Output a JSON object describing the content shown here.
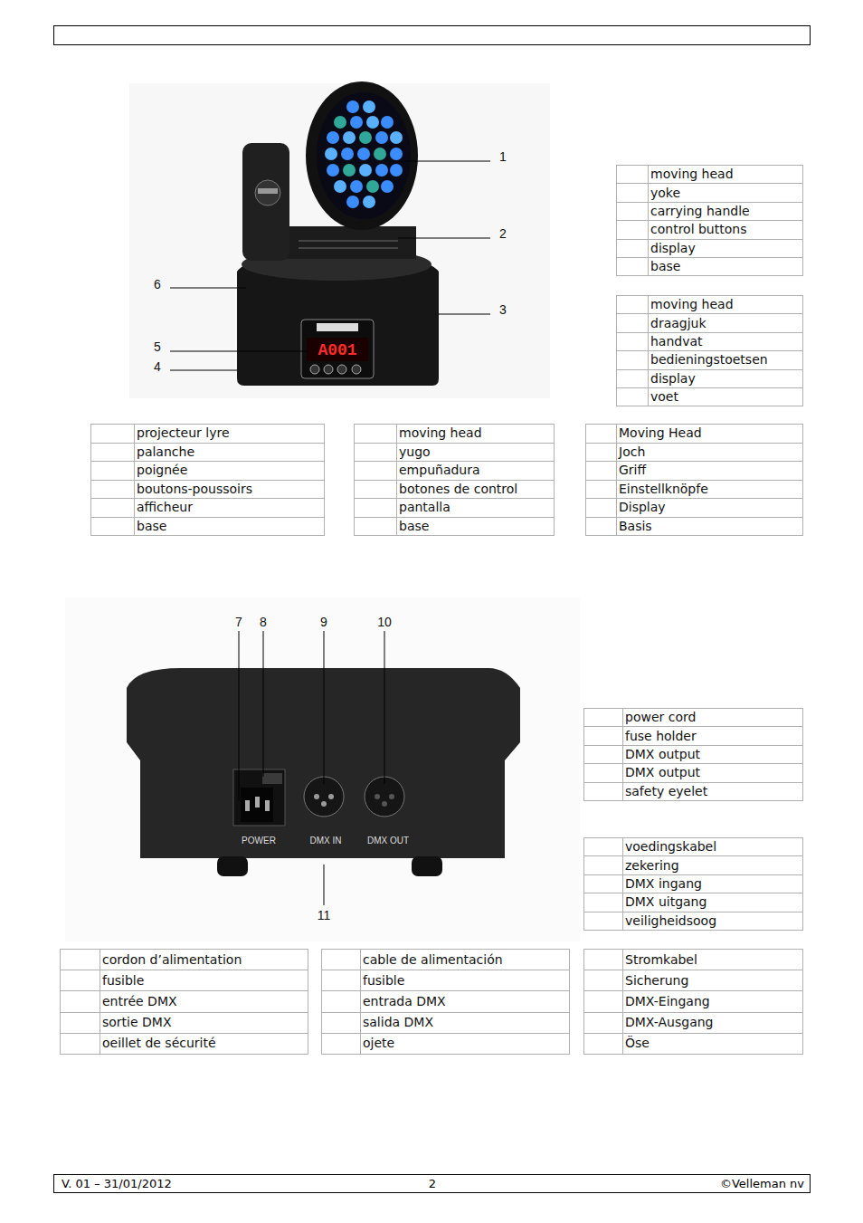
{
  "diagram": {
    "nodes": [
      {
        "text": [
          "V. 01 – 31/01/2012",
          "2",
          "©Velleman nv"
        ]
      }
    ],
    "labels": [
      "1",
      "2",
      "3",
      "4",
      "5",
      "6",
      "7",
      "8",
      "9",
      "10",
      "11",
      "A001",
      "POWER",
      "DMX IN",
      "DMX OUT",
      "moving head",
      "yoke",
      "carrying handle",
      "control buttons",
      "display",
      "base",
      "moving head",
      "draagjuk",
      "handvat",
      "bedieningstoetsen",
      "display",
      "voet",
      "projecteur lyre",
      "palanche",
      "poignée",
      "boutons-poussoirs",
      "afficheur",
      "base",
      "moving head",
      "yugo",
      "empuñadura",
      "botones de control",
      "pantalla",
      "base",
      "Moving Head",
      "Joch",
      "Griff",
      "Einstellknöpfe",
      "Display",
      "Basis",
      "power cord",
      "fuse holder",
      "DMX output",
      "DMX output",
      "safety eyelet",
      "voedingskabel",
      "zekering",
      "DMX ingang",
      "DMX uitgang",
      "veiligheidsoog",
      "cordon d’alimentation",
      "fusible",
      "entrée DMX",
      "sortie DMX",
      "oeillet de sécurité",
      "cable de alimentación",
      "fusible",
      "entrada DMX",
      "salida DMX",
      "ojete",
      "Stromkabel",
      "Sicherung",
      "DMX-Eingang",
      "DMX-Ausgang",
      "Öse"
    ]
  }
}
